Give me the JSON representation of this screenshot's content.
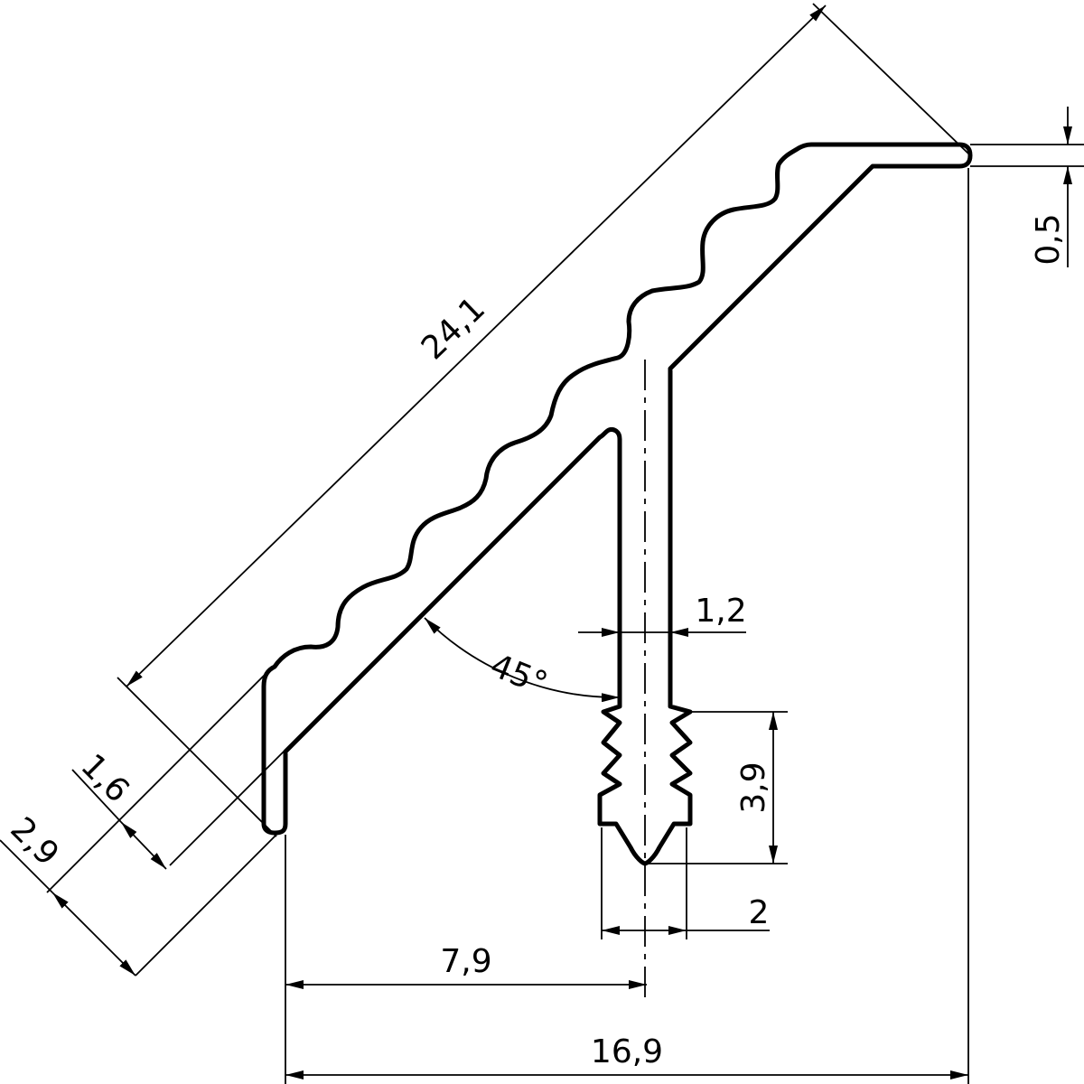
{
  "drawing": {
    "dimensions": {
      "diagonal_length": "24,1",
      "lip_thickness": "0,5",
      "wall_thickness": "1,2",
      "angle": "45°",
      "thickness_inner": "1,6",
      "thickness_outer": "2,9",
      "stem_barb_height": "3,9",
      "stem_tip_width": "2",
      "stem_offset": "7,9",
      "total_width": "16,9"
    }
  }
}
